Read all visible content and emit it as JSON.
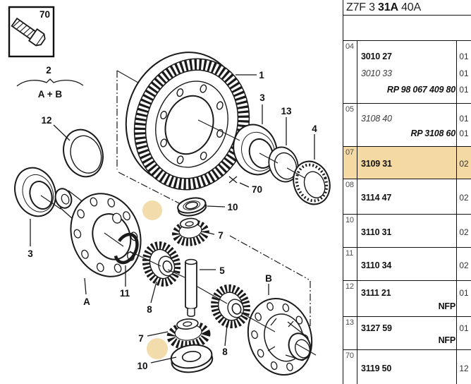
{
  "header": {
    "prefix": "Z7F 3",
    "bold": "31A",
    "suffix": "40A"
  },
  "inset": {
    "label": "70"
  },
  "note": {
    "number": "2",
    "formula": "A + B"
  },
  "colors": {
    "highlight_row": "#F5D9A2",
    "highlight_spot": "#F2DCAC",
    "line": "#1a1a1a"
  },
  "diagram": {
    "callouts": [
      {
        "label": "1"
      },
      {
        "label": "3"
      },
      {
        "label": "13"
      },
      {
        "label": "4"
      },
      {
        "label": "70"
      },
      {
        "label": "12"
      },
      {
        "label": "3"
      },
      {
        "label": "A"
      },
      {
        "label": "11"
      },
      {
        "label": "8"
      },
      {
        "label": "10"
      },
      {
        "label": "7"
      },
      {
        "label": "5"
      },
      {
        "label": "7"
      },
      {
        "label": "10"
      },
      {
        "label": "8"
      },
      {
        "label": "B"
      }
    ]
  },
  "table": {
    "rows": [
      {
        "ref": "04",
        "highlight": false,
        "entries": [
          {
            "part": "3010 27",
            "style": "bold",
            "qty": "01"
          },
          {
            "part": "3010 33",
            "style": "italic",
            "qty": "01"
          },
          {
            "part": "RP 98 067 409 80",
            "style": "bold-italic-right",
            "qty": "01"
          }
        ]
      },
      {
        "ref": "05",
        "highlight": false,
        "entries": [
          {
            "part": "3108 40",
            "style": "italic",
            "qty": "01"
          },
          {
            "part": "RP 3108 60",
            "style": "bold-italic-right",
            "qty": "01"
          }
        ]
      },
      {
        "ref": "07",
        "highlight": true,
        "entries": [
          {
            "part": "3109 31",
            "style": "bold",
            "qty": "02"
          }
        ]
      },
      {
        "ref": "08",
        "highlight": false,
        "entries": [
          {
            "part": "3114 47",
            "style": "bold",
            "qty": "02"
          }
        ]
      },
      {
        "ref": "10",
        "highlight": false,
        "entries": [
          {
            "part": "3110 31",
            "style": "bold",
            "qty": "02"
          }
        ]
      },
      {
        "ref": "11",
        "highlight": false,
        "entries": [
          {
            "part": "3110 34",
            "style": "bold",
            "qty": "02"
          }
        ]
      },
      {
        "ref": "12",
        "highlight": false,
        "entries": [
          {
            "part": "3111 21",
            "style": "bold",
            "qty": "01"
          },
          {
            "part": "NFP",
            "style": "bold-right",
            "qty": ""
          }
        ]
      },
      {
        "ref": "13",
        "highlight": false,
        "entries": [
          {
            "part": "3127 59",
            "style": "bold",
            "qty": "01"
          },
          {
            "part": "NFP",
            "style": "bold-right",
            "qty": ""
          }
        ]
      },
      {
        "ref": "70",
        "highlight": false,
        "entries": [
          {
            "part": "3119 50",
            "style": "bold",
            "qty": "12"
          }
        ]
      }
    ]
  }
}
